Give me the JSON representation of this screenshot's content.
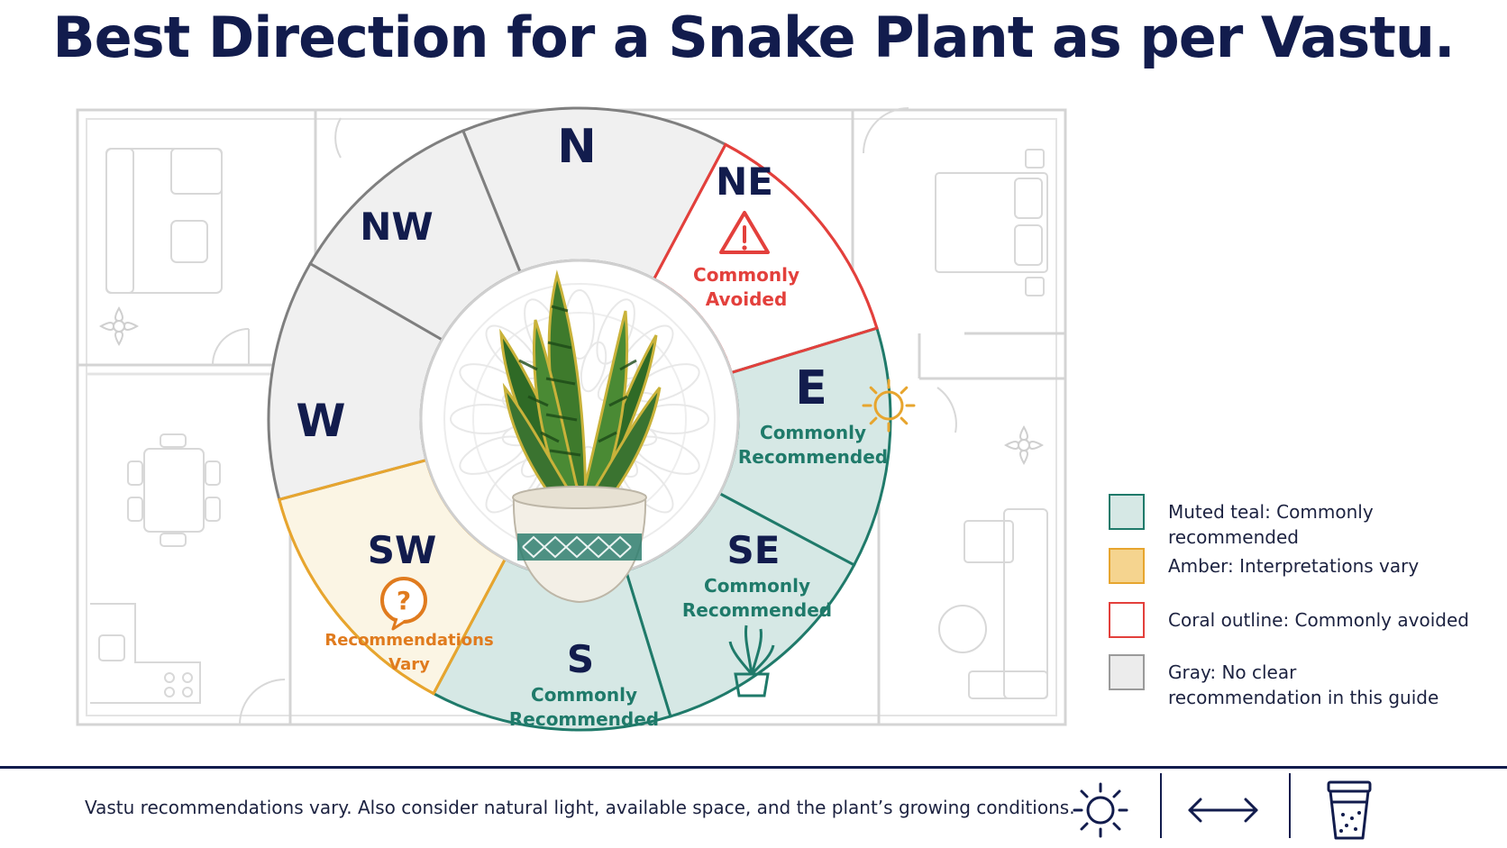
{
  "title": "Best Direction for a Snake Plant as per Vastu.",
  "colors": {
    "teal_fill": "#d6e8e5",
    "teal_stroke": "#1f7a6a",
    "amber_fill": "#fbf5e4",
    "amber_stroke": "#e7a52e",
    "coral_stroke": "#e3403c",
    "gray_fill": "#f0f0f0",
    "gray_stroke": "#7f7f7f",
    "navy": "#121c4d"
  },
  "directions": {
    "n": {
      "label": "N"
    },
    "ne": {
      "label": "NE",
      "status_line1": "Commonly",
      "status_line2": "Avoided",
      "icon": "warning-icon"
    },
    "e": {
      "label": "E",
      "status_line1": "Commonly",
      "status_line2": "Recommended",
      "icon": "sun-icon"
    },
    "se": {
      "label": "SE",
      "status_line1": "Commonly",
      "status_line2": "Recommended",
      "icon": "potted-plant-icon"
    },
    "s": {
      "label": "S",
      "status_line1": "Commonly",
      "status_line2": "Recommended"
    },
    "sw": {
      "label": "SW",
      "status_line1": "Recommendations",
      "status_line2": "Vary",
      "icon": "question-bubble-icon"
    },
    "w": {
      "label": "W"
    },
    "nw": {
      "label": "NW"
    }
  },
  "legend": [
    {
      "color": "#d6e8e5",
      "border": "#1f7a6a",
      "text": "Muted teal: Commonly recommended"
    },
    {
      "color": "#f5d48f",
      "border": "#e7a52e",
      "text": "Amber: Interpretations vary"
    },
    {
      "color": "#ffffff",
      "border": "#e3403c",
      "text": "Coral outline: Commonly avoided"
    },
    {
      "color": "#ececec",
      "border": "#9a9a9a",
      "text": "Gray: No clear recommendation in this guide"
    }
  ],
  "footer": {
    "note": "Vastu recommendations vary. Also consider natural light, available space, and the plant’s growing conditions.",
    "icons": [
      "sun-icon",
      "double-arrow-icon",
      "pot-icon"
    ]
  }
}
